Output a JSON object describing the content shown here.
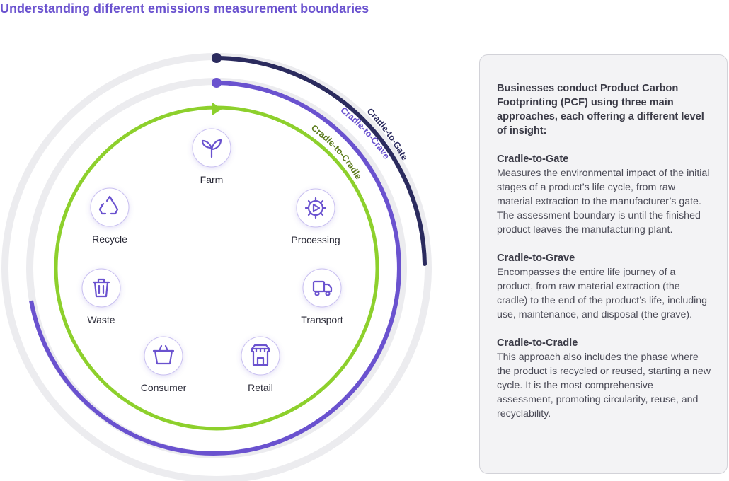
{
  "title": "Understanding different emissions measurement boundaries",
  "stages": [
    {
      "label": "Farm",
      "icon": "sprout-icon"
    },
    {
      "label": "Processing",
      "icon": "gear-icon"
    },
    {
      "label": "Transport",
      "icon": "truck-icon"
    },
    {
      "label": "Retail",
      "icon": "store-icon"
    },
    {
      "label": "Consumer",
      "icon": "basket-icon"
    },
    {
      "label": "Waste",
      "icon": "trash-icon"
    },
    {
      "label": "Recycle",
      "icon": "recycle-icon"
    }
  ],
  "boundaries": {
    "gate": {
      "label": "Cradle-to-Gate",
      "color": "#2b2b5e"
    },
    "grave": {
      "label": "Cradle-to-Crave",
      "color": "#6a52cf"
    },
    "cradle": {
      "label": "Cradle-to-Cradle",
      "color": "#8dd02c",
      "label_color": "#5a7a1a"
    }
  },
  "colors": {
    "track": "#ececef",
    "icon": "#6a52cf",
    "title": "#6a52cf"
  },
  "panel": {
    "intro": "Businesses conduct Product Carbon Footprinting (PCF) using three main approaches, each offering a different level of insight:",
    "sections": [
      {
        "heading": "Cradle-to-Gate",
        "body": "Measures the environmental impact of the initial stages of a product’s life cycle, from raw material extraction to the manufacturer’s gate. The assessment boundary is until the finished product leaves the manufacturing plant."
      },
      {
        "heading": "Cradle-to-Grave",
        "body": "Encompasses the entire life journey of a product, from raw material extraction (the cradle) to the end of the product’s life, including use, maintenance, and disposal (the grave)."
      },
      {
        "heading": "Cradle-to-Cradle",
        "body": "This approach also includes the phase where the product is recycled or reused, starting a new cycle. It is the most comprehensive assessment, promoting circularity, reuse, and recyclability."
      }
    ]
  }
}
